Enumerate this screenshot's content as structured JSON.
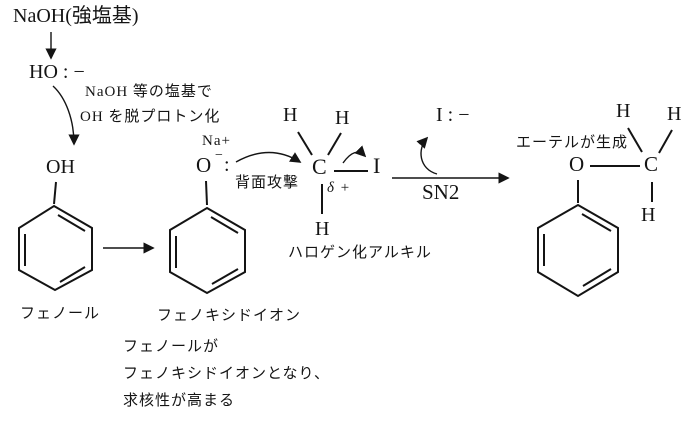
{
  "colors": {
    "background": "#ffffff",
    "ink": "#141414"
  },
  "reagent": {
    "title": "NaOH(強塩基)"
  },
  "hydroxide": {
    "label": "HO : −"
  },
  "deprotonation_note": {
    "line1": "NaOH 等の塩基で",
    "line2": "OH を脱プロトン化"
  },
  "phenol": {
    "oh": "OH",
    "caption": "フェノール"
  },
  "phenoxide": {
    "na": "Na+",
    "o": "O",
    "minus": "−",
    "lone_pair": ":",
    "attack_note": "背面攻撃",
    "caption": "フェノキシドイオン"
  },
  "methyl_iodide": {
    "h_top_left": "H",
    "h_top_right": "H",
    "c": "C",
    "i": "I",
    "delta_plus": "δ +",
    "h_bottom": "H",
    "caption": "ハロゲン化アルキル"
  },
  "reaction": {
    "leaving_group": "I : −",
    "mechanism": "SN2"
  },
  "product": {
    "note": "エーテルが生成",
    "o": "O",
    "c": "C",
    "h_top_left": "H",
    "h_top_right": "H",
    "h_bottom": "H"
  },
  "footnote": {
    "line1": "フェノールが",
    "line2": "フェノキシドイオンとなり、",
    "line3": "求核性が高まる"
  }
}
